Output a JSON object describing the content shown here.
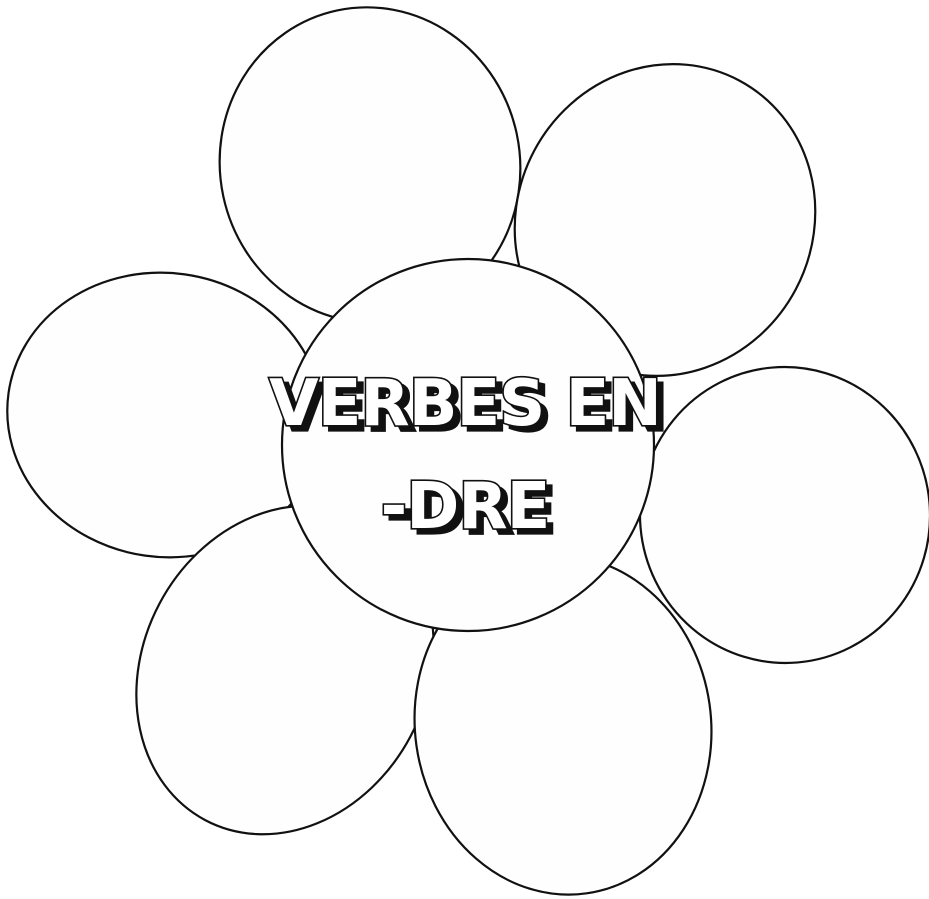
{
  "diagram": {
    "title_line_1": "VERBES EN",
    "title_line_2": "-DRE",
    "petal_count": 6,
    "colors": {
      "outline": "#111111",
      "fill": "#fefefe",
      "background": "#ffffff"
    }
  }
}
